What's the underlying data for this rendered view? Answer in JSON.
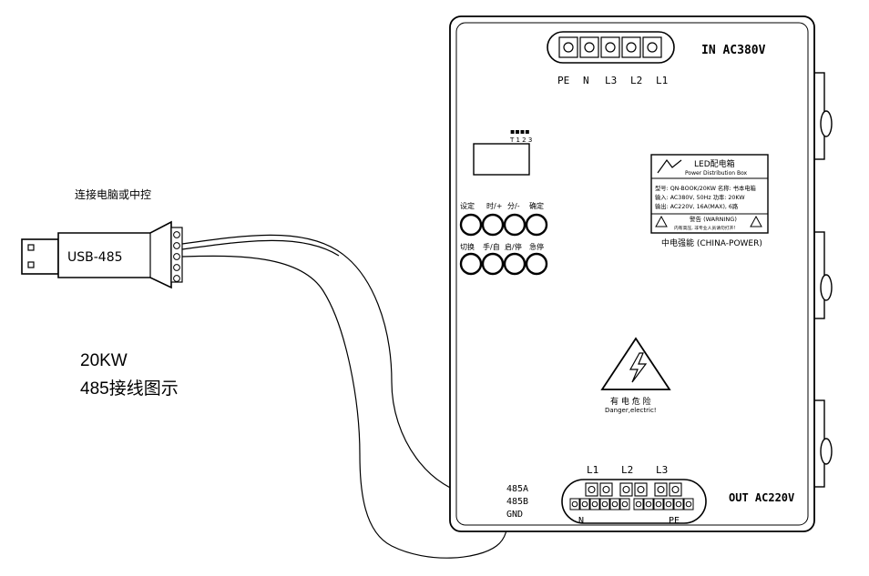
{
  "usb": {
    "label": "USB-485",
    "caption": "连接电脑或中控"
  },
  "title": {
    "line1": "20KW",
    "line2": "485接线图示"
  },
  "box": {
    "input_label": "IN AC380V",
    "input_terminals": [
      "PE",
      "N",
      "L3",
      "L2",
      "L1"
    ],
    "indicator": {
      "dots": "▪▪▪▪",
      "labels": "T 1 2 3"
    },
    "buttons_row1": [
      "设定",
      "时/+",
      "分/-",
      "确定"
    ],
    "buttons_row2": [
      "切换",
      "手/自",
      "启/停",
      "急停"
    ],
    "nameplate": {
      "title": "LED配电箱",
      "subtitle": "Power Distribution Box",
      "line1": "型号: QN-BOOK/20KW  名称: 书本电箱",
      "line2": "输入: AC380V, 50Hz  功率: 20KW",
      "line3": "输出: AC220V, 16A(MAX), 6路",
      "warning_title": "警告 (WARNING)",
      "warning_text": "内有高压, 非专业人员请勿打开!",
      "brand": "中电强能 (CHINA-POWER)"
    },
    "danger": {
      "text": "有 电 危 险",
      "text_en": "Danger,electric!"
    },
    "comm_labels": [
      "485A",
      "485B",
      "GND"
    ],
    "output_phase_labels": [
      "L1",
      "L2",
      "L3"
    ],
    "output_label": "OUT AC220V",
    "output_bottom_labels": [
      "N",
      "PE"
    ]
  }
}
